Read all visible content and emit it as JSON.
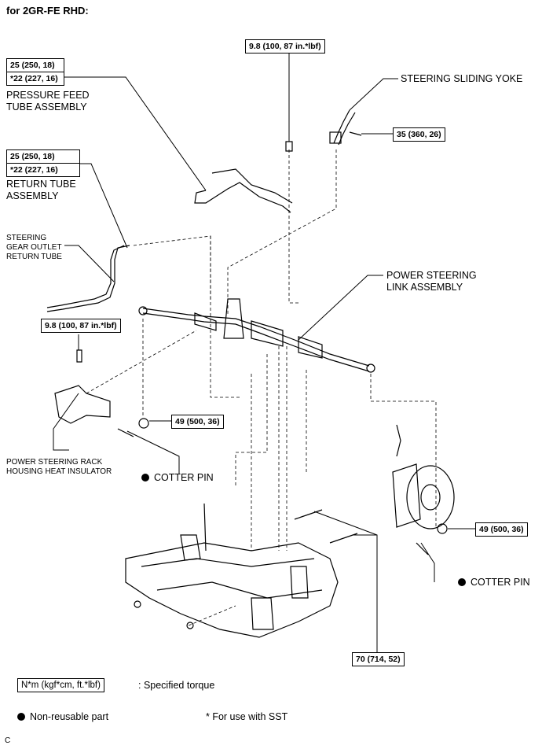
{
  "header": {
    "title": "for 2GR-FE RHD:"
  },
  "torque_labels": {
    "pressure_feed": [
      "25 (250, 18)",
      "*22 (227, 16)"
    ],
    "return_tube": [
      "25 (250, 18)",
      "*22 (227, 16)"
    ],
    "top_bolt": "9.8 (100, 87 in.*lbf)",
    "yoke_bolt": "35 (360, 26)",
    "left_bolt": "9.8 (100, 87 in.*lbf)",
    "left_nut": "49 (500, 36)",
    "right_nut": "49 (500, 36)",
    "crossmember_bolt": "70 (714, 52)"
  },
  "part_labels": {
    "pressure_feed": [
      "PRESSURE FEED",
      "TUBE ASSEMBLY"
    ],
    "return_tube": [
      "RETURN TUBE",
      "ASSEMBLY"
    ],
    "outlet_tube": [
      "STEERING",
      "GEAR OUTLET",
      "RETURN TUBE"
    ],
    "sliding_yoke": "STEERING SLIDING YOKE",
    "link_assembly": [
      "POWER STEERING",
      "LINK ASSEMBLY"
    ],
    "heat_insulator": [
      "POWER STEERING RACK",
      "HOUSING HEAT INSULATOR"
    ],
    "cotter_pin_left": "COTTER PIN",
    "cotter_pin_right": "COTTER PIN"
  },
  "legend": {
    "unit_box": "N*m (kgf*cm, ft.*lbf)",
    "unit_text": ": Specified torque",
    "non_reusable": "Non-reusable part",
    "sst_note": "* For use with SST"
  },
  "footer": {
    "code": "C"
  },
  "colors": {
    "line": "#000000",
    "background": "#ffffff"
  },
  "icons": [
    "non-reusable-dot-icon"
  ]
}
